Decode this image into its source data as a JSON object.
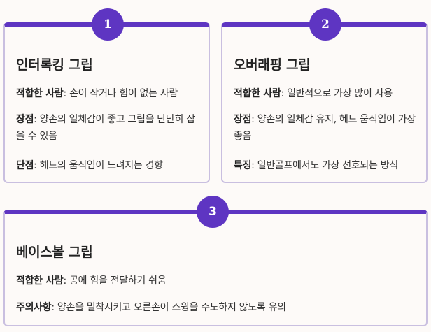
{
  "colors": {
    "accent": "#5e35c2",
    "card_border": "#c9bfe0",
    "background": "#fdfaf8",
    "text": "#333333"
  },
  "cards": [
    {
      "number": "1",
      "title": "인터록킹 그립",
      "items": [
        {
          "label": "적합한 사람",
          "sep": ": ",
          "text": "손이 작거나 힘이 없는 사람"
        },
        {
          "label": "장점",
          "sep": ": ",
          "text": "양손의 일체감이 좋고 그립을 단단히 잡을 수 있음"
        },
        {
          "label": "단점",
          "sep": ": ",
          "text": "헤드의 움직임이 느려지는 경향"
        }
      ]
    },
    {
      "number": "2",
      "title": "오버래핑 그립",
      "items": [
        {
          "label": "적합한 사람",
          "sep": ": ",
          "text": "일반적으로 가장 많이 사용"
        },
        {
          "label": "장점",
          "sep": ": ",
          "text": "양손의 일체감 유지, 헤드 움직임이 가장 좋음"
        },
        {
          "label": "특징",
          "sep": ": ",
          "text": "일반골프에서도 가장 선호되는 방식"
        }
      ]
    },
    {
      "number": "3",
      "title": "베이스볼 그립",
      "items": [
        {
          "label": "적합한 사람",
          "sep": ": ",
          "text": "공에 힘을 전달하기 쉬움"
        },
        {
          "label": "주의사항",
          "sep": ": ",
          "text": "양손을 밀착시키고 오른손이 스윙을 주도하지 않도록 유의"
        }
      ]
    }
  ]
}
